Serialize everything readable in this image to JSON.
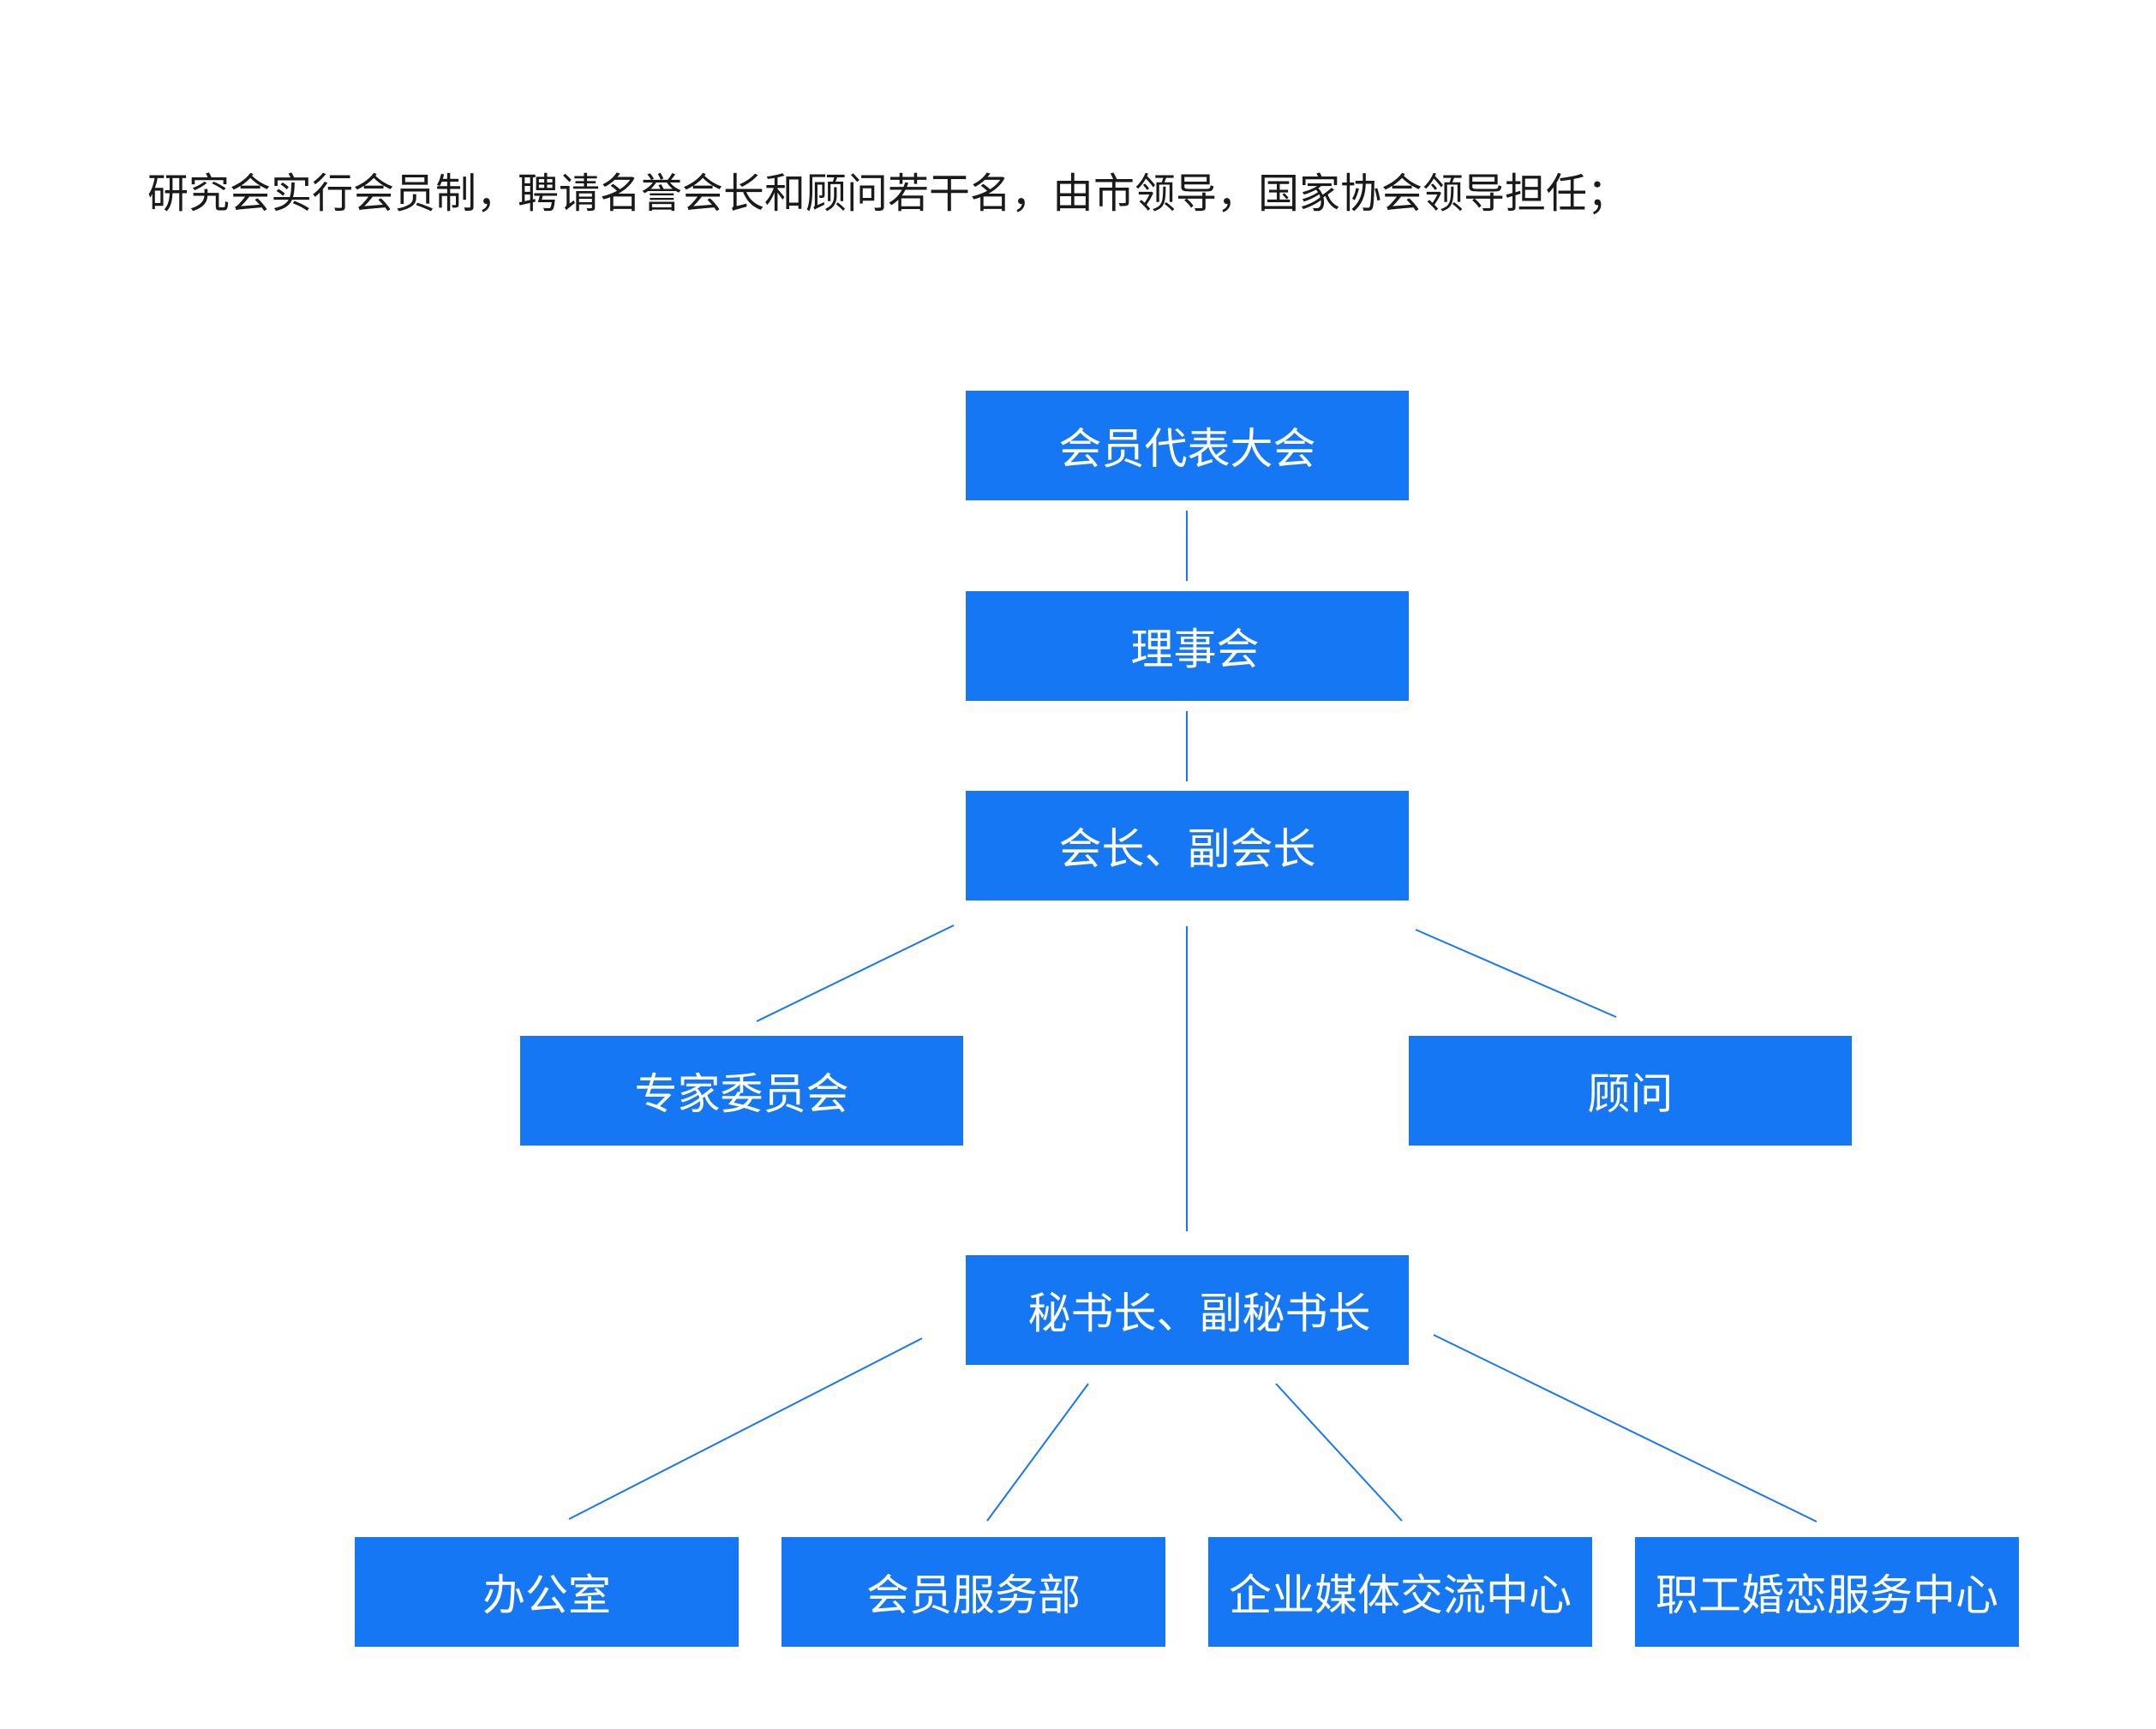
{
  "intro_text": "研究会实行会员制，聘请名誉会长和顾问若干名，由市领导，国家协会领导担任；",
  "colors": {
    "node_fill": "#1677f5",
    "node_text": "#ffffff",
    "connector": "#1677f5",
    "intro_text": "#1a1a1a"
  },
  "nodes": {
    "congress": "会员代表大会",
    "council": "理事会",
    "president": "会长、副会长",
    "experts": "专家委员会",
    "advisor": "顾问",
    "secretary": "秘书长、副秘书长",
    "office": "办公室",
    "member_service": "会员服务部",
    "media": "企业媒体交流中心",
    "staff_service": "职工婚恋服务中心"
  },
  "links": [
    [
      "congress",
      "council"
    ],
    [
      "council",
      "president"
    ],
    [
      "president",
      "experts"
    ],
    [
      "president",
      "advisor"
    ],
    [
      "president",
      "secretary"
    ],
    [
      "secretary",
      "office"
    ],
    [
      "secretary",
      "member_service"
    ],
    [
      "secretary",
      "media"
    ],
    [
      "secretary",
      "staff_service"
    ]
  ]
}
